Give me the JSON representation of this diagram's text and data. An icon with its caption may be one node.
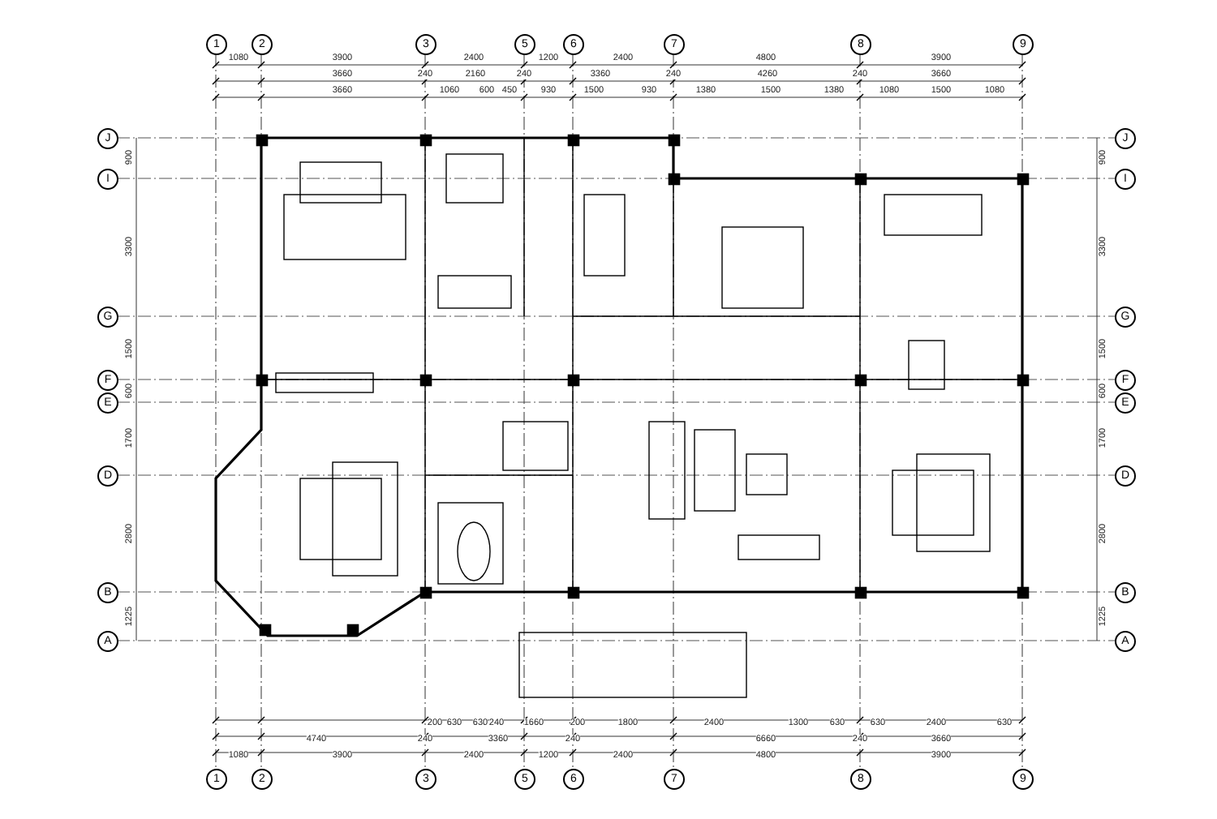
{
  "diagram": {
    "labels": [
      "1",
      "2",
      "3",
      "5",
      "6",
      "7",
      "8",
      "9",
      "1080",
      "3900",
      "2400",
      "1200",
      "2400",
      "4800",
      "3900",
      "3660",
      "240",
      "2160",
      "240",
      "3360",
      "240",
      "4260",
      "240",
      "3660",
      "3660",
      "1060",
      "600",
      "450",
      "930",
      "1500",
      "930",
      "1380",
      "1500",
      "1380",
      "1080",
      "1500",
      "1080",
      "J",
      "I",
      "G",
      "F",
      "E",
      "D",
      "B",
      "A",
      "900",
      "3300",
      "1500",
      "600",
      "1700",
      "2800",
      "1225",
      "900",
      "3300",
      "1500",
      "600",
      "1700",
      "2800",
      "1225",
      "J",
      "I",
      "G",
      "F",
      "E",
      "D",
      "B",
      "A",
      "200",
      "630",
      "630",
      "240",
      "1660",
      "200",
      "1800",
      "2400",
      "1300",
      "630",
      "630",
      "2400",
      "630",
      "4740",
      "240",
      "3360",
      "240",
      "6660",
      "240",
      "3660",
      "1080",
      "3900",
      "2400",
      "1200",
      "2400",
      "4800",
      "3900",
      "1",
      "2",
      "3",
      "5",
      "6",
      "7",
      "8",
      "9"
    ]
  }
}
